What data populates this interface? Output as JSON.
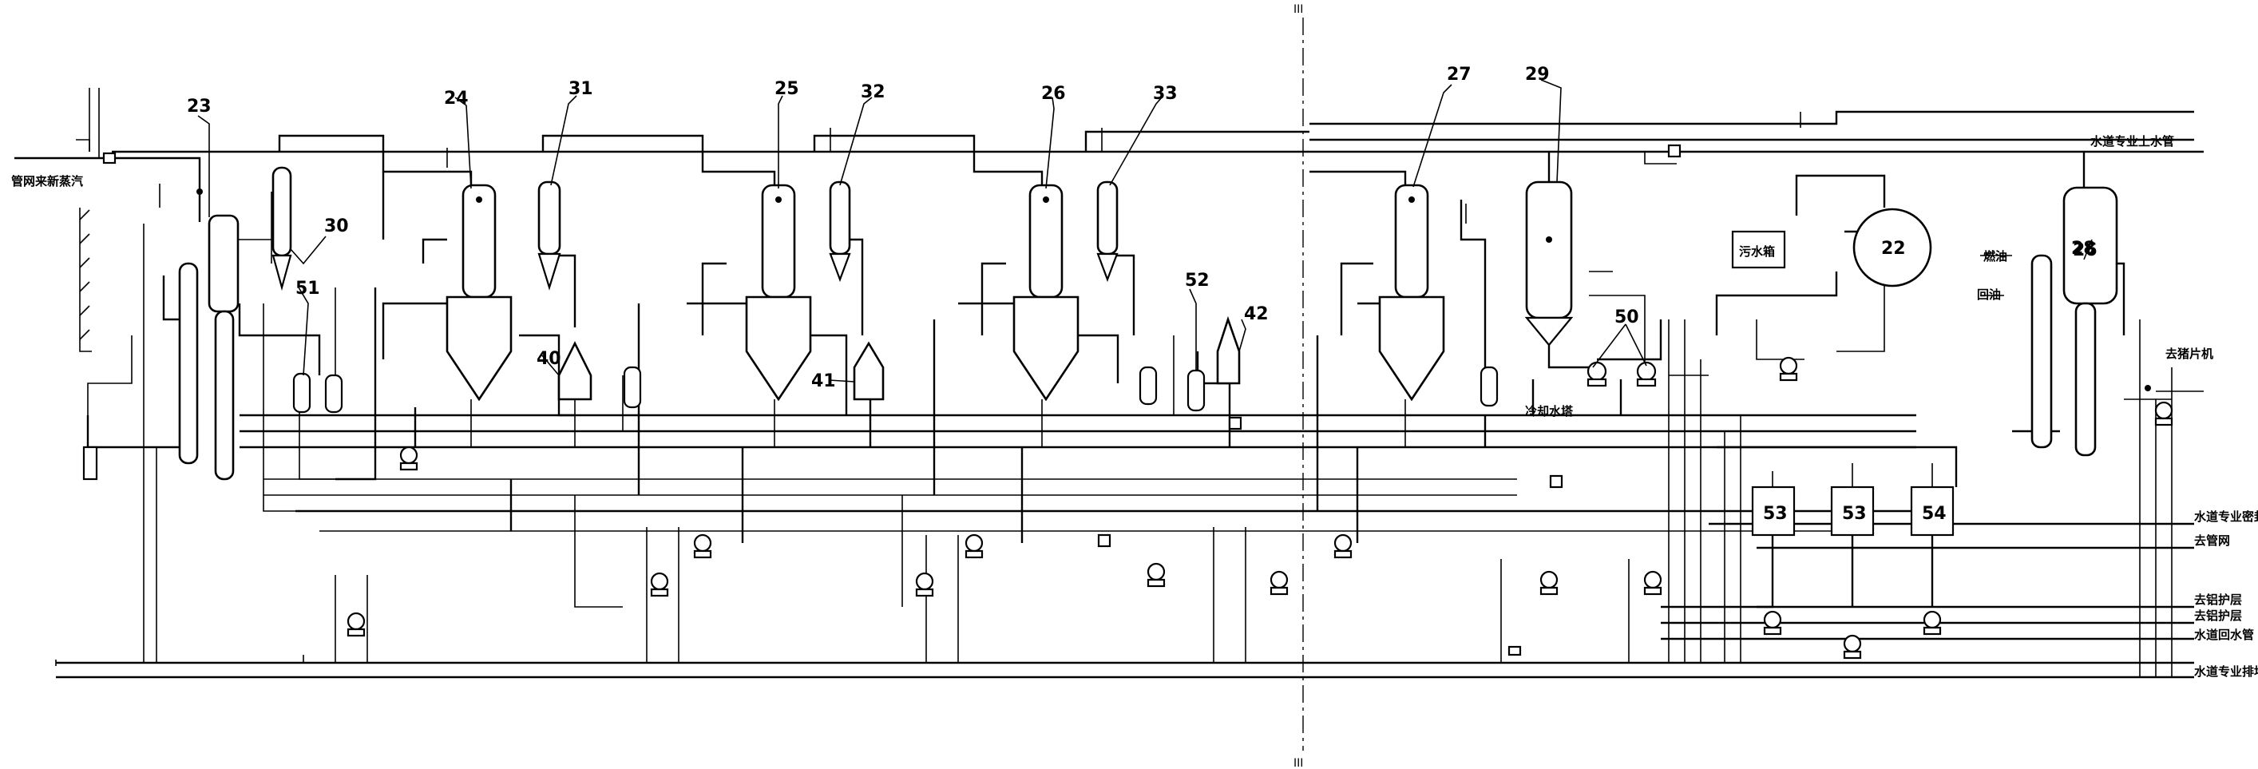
{
  "equipment_numbers": {
    "n23": "23",
    "n24": "24",
    "n31": "31",
    "n30": "30",
    "n51": "51",
    "n40": "40",
    "n25": "25",
    "n32": "32",
    "n41": "41",
    "n26a": "26",
    "n33": "33",
    "n52": "52",
    "n42": "42",
    "n27": "27",
    "n29": "29",
    "n50": "50",
    "n22": "22",
    "n28": "28",
    "n53a": "53",
    "n53b": "53",
    "n54": "54",
    "n26b": "26"
  },
  "stream_labels": {
    "steam_from_network": "管网来新蒸汽",
    "upper_water_pipe": "水道专业上水管",
    "cooling_tower": "冷却水塔",
    "sewage_tank": "污水箱",
    "to_slicer": "去猪片机",
    "oil_in": "燃油",
    "oil_return": "回油",
    "safety_seal": "水道专业密封",
    "to_water_pipe": "去管网",
    "to_ab_a": "去铝护层",
    "to_ab_b": "去铝护层",
    "return_pipe": "水道回水管",
    "drain_to_ground": "水道专业排地沟"
  },
  "section_marks": {
    "top": "III",
    "bottom": "III"
  },
  "colors": {
    "line": "#000000",
    "background": "#ffffff"
  }
}
